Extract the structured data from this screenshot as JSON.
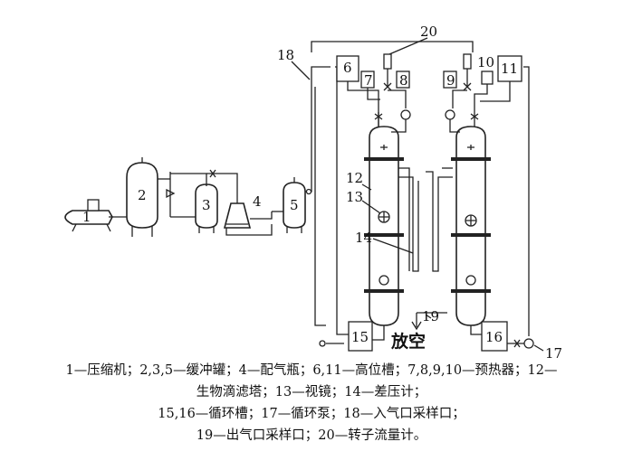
{
  "labels": {
    "l1": "1",
    "l2": "2",
    "l3": "3",
    "l4": "4",
    "l5": "5",
    "l6": "6",
    "l7": "7",
    "l8": "8",
    "l9": "9",
    "l10": "10",
    "l11": "11",
    "l12": "12",
    "l13": "13",
    "l14": "14",
    "l15": "15",
    "l16": "16",
    "l17": "17",
    "l18": "18",
    "l19": "19",
    "l20": "20"
  },
  "vent_label": "放空",
  "caption": [
    "1—压缩机；2,3,5—缓冲罐；4—配气瓶；6,11—高位槽；7,8,9,10—预热器；12—",
    "生物滴滤塔；13—视镜；14—差压计；",
    "15,16—循环槽；17—循环泵；18—入气口采样口；",
    "19—出气口采样口；20—转子流量计。"
  ]
}
